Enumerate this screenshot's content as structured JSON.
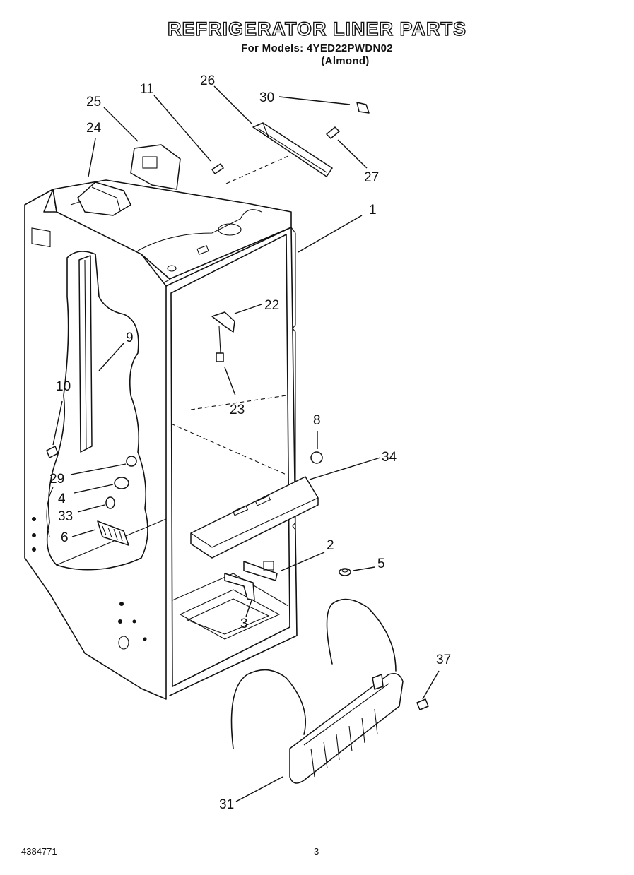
{
  "header": {
    "title": "REFRIGERATOR LINER PARTS",
    "model_line": "For Models: 4YED22PWDN02",
    "color_line": "(Almond)"
  },
  "footer": {
    "doc_number": "4384771",
    "page_number": "3"
  },
  "callouts": {
    "p1": "1",
    "p2": "2",
    "p3": "3",
    "p4": "4",
    "p5": "5",
    "p6": "6",
    "p8": "8",
    "p9": "9",
    "p10": "10",
    "p11": "11",
    "p22": "22",
    "p23": "23",
    "p24": "24",
    "p25": "25",
    "p26": "26",
    "p27": "27",
    "p29": "29",
    "p30": "30",
    "p31": "31",
    "p33": "33",
    "p34": "34",
    "p37": "37"
  }
}
